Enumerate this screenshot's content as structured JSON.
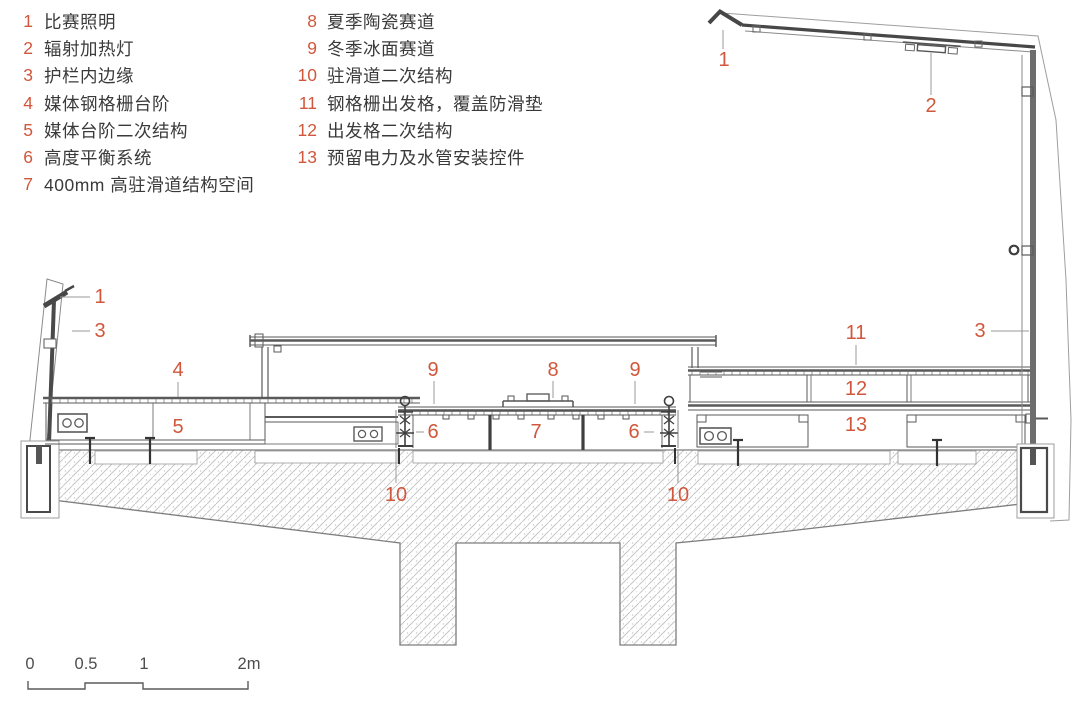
{
  "legend": {
    "items": [
      {
        "num": "1",
        "label": "比赛照明"
      },
      {
        "num": "2",
        "label": "辐射加热灯"
      },
      {
        "num": "3",
        "label": "护栏内边缘"
      },
      {
        "num": "4",
        "label": "媒体钢格栅台阶"
      },
      {
        "num": "5",
        "label": "媒体台阶二次结构"
      },
      {
        "num": "6",
        "label": "高度平衡系统"
      },
      {
        "num": "7",
        "label": "400mm 高驻滑道结构空间"
      },
      {
        "num": "8",
        "label": "夏季陶瓷赛道"
      },
      {
        "num": "9",
        "label": "冬季冰面赛道"
      },
      {
        "num": "10",
        "label": "驻滑道二次结构"
      },
      {
        "num": "11",
        "label": "钢格栅出发格，覆盖防滑垫"
      },
      {
        "num": "12",
        "label": "出发格二次结构"
      },
      {
        "num": "13",
        "label": "预留电力及水管安装控件"
      }
    ]
  },
  "drawing": {
    "callouts": [
      {
        "text": "1"
      },
      {
        "text": "3"
      },
      {
        "text": "4"
      },
      {
        "text": "5"
      },
      {
        "text": "9"
      },
      {
        "text": "8"
      },
      {
        "text": "9"
      },
      {
        "text": "6"
      },
      {
        "text": "7"
      },
      {
        "text": "6"
      },
      {
        "text": "10"
      },
      {
        "text": "10"
      },
      {
        "text": "11"
      },
      {
        "text": "12"
      },
      {
        "text": "13"
      },
      {
        "text": "3"
      },
      {
        "text": "1"
      },
      {
        "text": "2"
      }
    ]
  },
  "scalebar": {
    "ticks": [
      "0",
      "0.5",
      "1",
      "2m"
    ]
  },
  "colors": {
    "callout_red": "#d0573b",
    "line_dark": "#4a4a4a",
    "line_light": "#9a9a9a",
    "post_gray": "#6d6d6d",
    "hatch_gray": "#c6c6c6"
  }
}
